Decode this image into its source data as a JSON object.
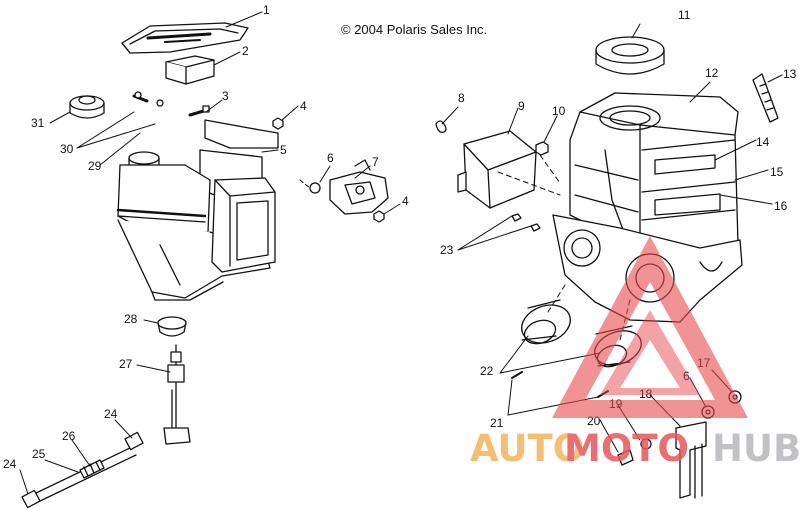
{
  "copyright": "© 2004 Polaris Sales Inc.",
  "callouts": [
    "1",
    "2",
    "3",
    "4",
    "5",
    "6",
    "7",
    "4",
    "8",
    "9",
    "10",
    "11",
    "12",
    "13",
    "14",
    "15",
    "16",
    "23",
    "22",
    "21",
    "31",
    "30",
    "29",
    "28",
    "27",
    "24",
    "25",
    "26",
    "24",
    "6",
    "17",
    "18",
    "19",
    "20"
  ],
  "watermark": {
    "part1": "AUTO",
    "part2": "MOTO",
    "part3": "HUB",
    "colors": {
      "part1": "#f3b55a",
      "part2": "#e8575a",
      "part3": "#b8b8bd",
      "triangle": "#e84a4e"
    }
  }
}
